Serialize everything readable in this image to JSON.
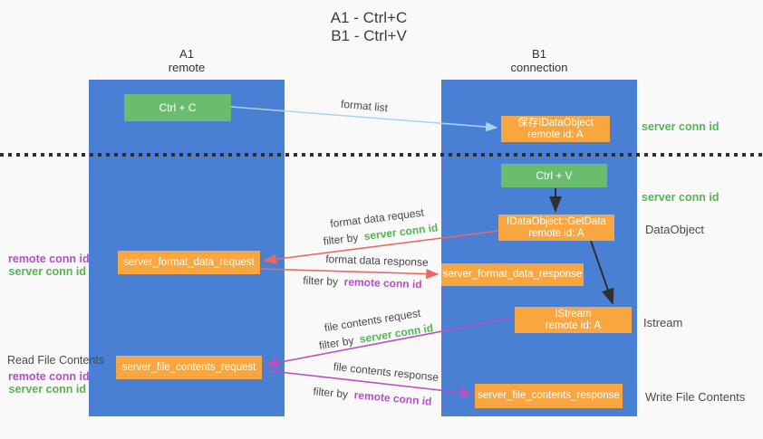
{
  "title": {
    "line1": "A1 - Ctrl+C",
    "line2": "B1 - Ctrl+V"
  },
  "lanes": {
    "left": {
      "name": "A1",
      "subtitle": "remote"
    },
    "right": {
      "name": "B1",
      "subtitle": "connection"
    }
  },
  "nodes": {
    "ctrl_c": {
      "label": "Ctrl + C"
    },
    "ctrl_v": {
      "label": "Ctrl + V"
    },
    "save_idataobject": {
      "line1": "保存IDataObject",
      "line2": "remote id: A"
    },
    "idataobject_getdata": {
      "line1": "IDataObject::GetData",
      "line2": "remote id: A"
    },
    "istream": {
      "line1": "IStream",
      "line2": "remote id: A"
    },
    "server_format_data_request": {
      "label": "server_format_data_request"
    },
    "server_format_data_response": {
      "label": "server_format_data_response"
    },
    "server_file_contents_request": {
      "label": "server_file_contents_request"
    },
    "server_file_contents_response": {
      "label": "server_file_contents_response"
    }
  },
  "arrow_labels": {
    "format_list": "format list",
    "format_data_request": "format data request",
    "format_data_response": "format data response",
    "file_contents_request": "file contents request",
    "file_contents_response": "file contents response",
    "filter_by": "filter by",
    "server_conn_id": "server conn id",
    "remote_conn_id": "remote conn id"
  },
  "side_labels": {
    "server_conn_id_top": "server conn id",
    "server_conn_id_mid": "server conn id",
    "dataobject": "DataObject",
    "istream": "Istream",
    "write_file_contents": "Write File Contents",
    "read_file_contents": "Read File Contents",
    "remote_conn_id": "remote conn id",
    "server_conn_id": "server conn id"
  },
  "colors": {
    "lane_blue": "#4a80d3",
    "node_green": "#6abd6e",
    "node_orange": "#f7a640",
    "arrow_red": "#e96a5e",
    "arrow_magenta": "#bc4fc0",
    "arrow_blue": "#a9d4ef",
    "arrow_black": "#2f2f2f",
    "green_text": "#55b455",
    "purple_text": "#b44fc4",
    "gray_text": "#4a4a4a",
    "background": "#f9f9f9"
  }
}
